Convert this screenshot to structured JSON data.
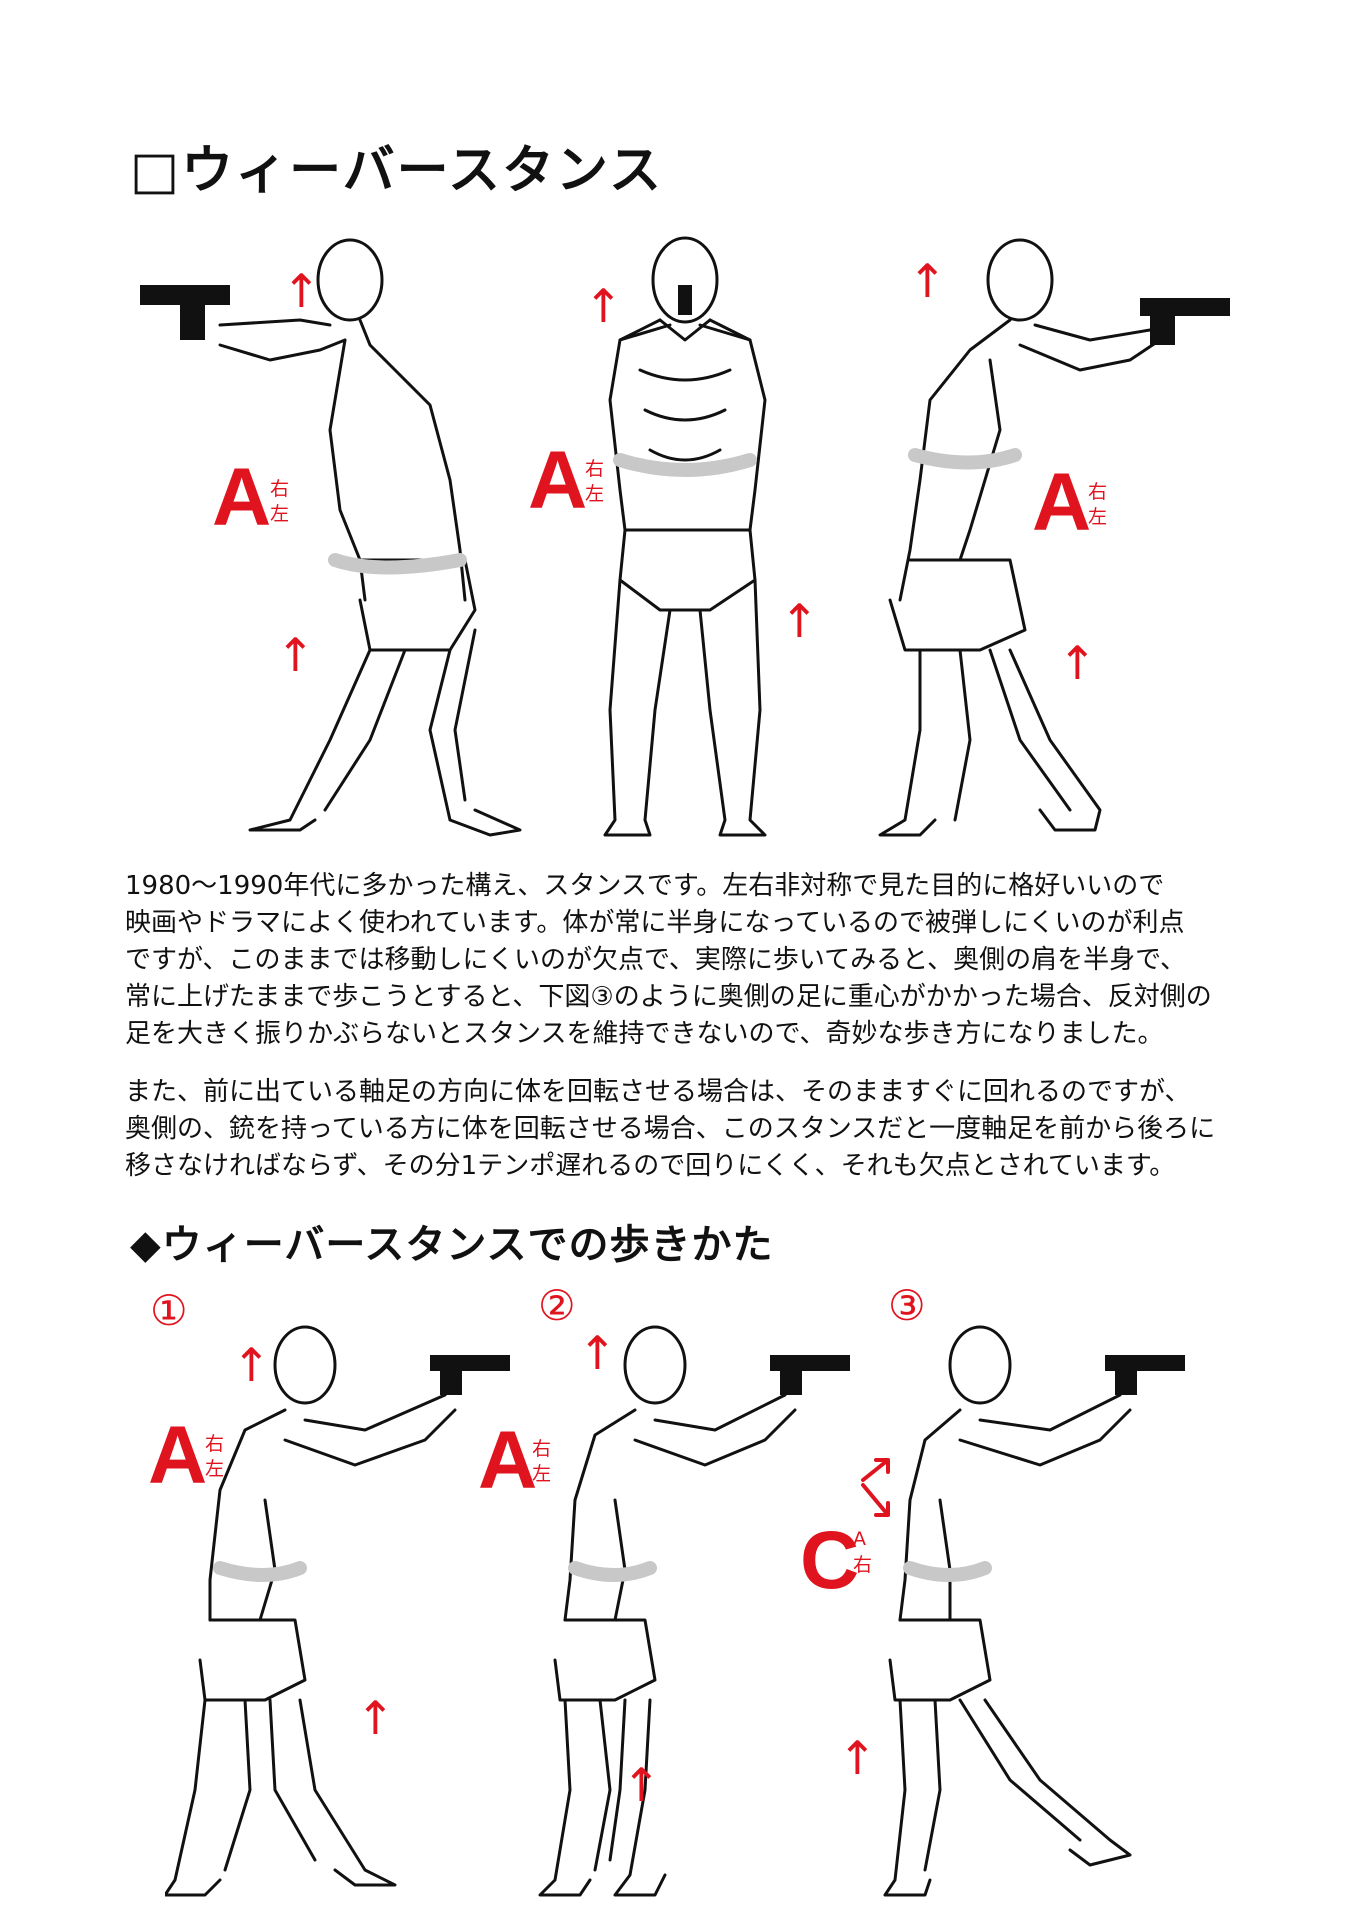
{
  "title": "□ウィーバースタンス",
  "paragraph1": [
    "1980〜1990年代に多かった構え、スタンスです。左右非対称で見た目的に格好いいので",
    "映画やドラマによく使われています。体が常に半身になっているので被弾しにくいのが利点",
    "ですが、このままでは移動しにくいのが欠点で、実際に歩いてみると、奥側の肩を半身で、",
    "常に上げたままで歩こうとすると、下図③のように奥側の足に重心がかかった場合、反対側の",
    "足を大きく振りかぶらないとスタンスを維持できないので、奇妙な歩き方になりました。"
  ],
  "paragraph2": [
    "また、前に出ている軸足の方向に体を回転させる場合は、そのまますぐに回れるのですが、",
    "奥側の、銃を持っている方に体を回転させる場合、このスタンスだと一度軸足を前から後ろに",
    "移さなければならず、その分1テンポ遅れるので回りにくく、それも欠点とされています。"
  ],
  "subtitle": "◆ウィーバースタンスでの歩きかた",
  "labels": {
    "A": "A",
    "C": "C",
    "right": "右",
    "left": "左",
    "arrow_up": "↑",
    "step1": "①",
    "step2": "②",
    "step3": "③"
  },
  "colors": {
    "accent": "#e0141e",
    "text": "#111111",
    "shading": "#c8c8c8"
  }
}
